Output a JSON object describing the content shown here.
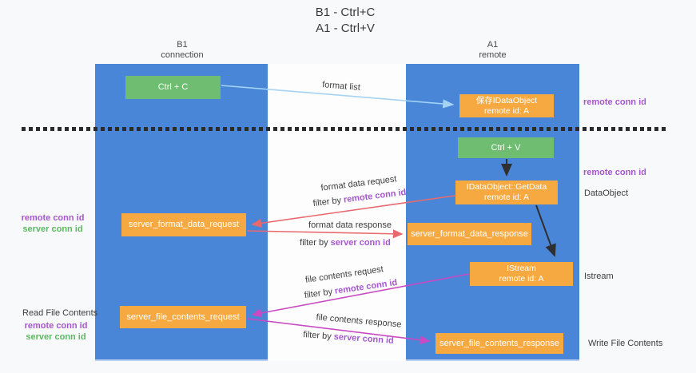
{
  "title": {
    "line1": "B1 - Ctrl+C",
    "line2": "A1 - Ctrl+V"
  },
  "columns": {
    "left": {
      "title": "B1",
      "subtitle": "connection"
    },
    "right": {
      "title": "A1",
      "subtitle": "remote"
    }
  },
  "nodes": {
    "ctrl_c": "Ctrl + C",
    "save_idataobject": {
      "line1": "保存IDataObject",
      "line2": "remote id: A"
    },
    "ctrl_v": "Ctrl + V",
    "getdata": {
      "line1": "IDataObject::GetData",
      "line2": "remote id: A"
    },
    "format_request": "server_format_data_request",
    "format_response": "server_format_data_response",
    "istream": {
      "line1": "IStream",
      "line2": "remote id: A"
    },
    "file_request": "server_file_contents_request",
    "file_response": "server_file_contents_response"
  },
  "labels": {
    "format_list": "format list",
    "format_data_request": "format data request",
    "format_data_response": "format data response",
    "file_contents_request": "file contents request",
    "file_contents_response": "file contents response",
    "filter_by": "filter by",
    "remote_conn_id": "remote conn id",
    "server_conn_id": "server conn id",
    "dataobject": "DataObject",
    "istream": "Istream",
    "read_file_contents": "Read File Contents",
    "write_file_contents": "Write File Contents"
  },
  "colors": {
    "column_blue": "#4a86d8",
    "node_green": "#6ebd70",
    "node_orange": "#f7a941",
    "arrow_light_blue": "#a5d3f3",
    "arrow_red": "#e8696e",
    "arrow_magenta": "#c94ac2",
    "arrow_black": "#2f2f2f",
    "text_purple": "#a656cf",
    "text_green": "#5cb860",
    "dashed_line": "#2b2b2b"
  }
}
